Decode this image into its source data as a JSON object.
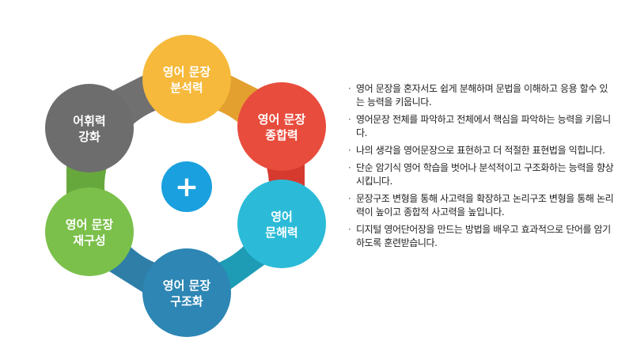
{
  "nodes": [
    {
      "id": "sentence-analysis",
      "lines": [
        "영어 문장",
        "분석력"
      ],
      "color": "#F6B93B",
      "link_color": "#E3A02E"
    },
    {
      "id": "sentence-synthesis",
      "lines": [
        "영어 문장",
        "종합력"
      ],
      "color": "#E84C3D",
      "link_color": "#D63A2F"
    },
    {
      "id": "sentence-comprehension",
      "lines": [
        "영어",
        "문해력"
      ],
      "color": "#2BBBD8",
      "link_color": "#1E9CB5"
    },
    {
      "id": "sentence-structuring",
      "lines": [
        "영어 문장",
        "구조화"
      ],
      "color": "#2D86B4",
      "link_color": "#2E7EA8"
    },
    {
      "id": "sentence-restructuring",
      "lines": [
        "영어 문장",
        "재구성"
      ],
      "color": "#7BC04B",
      "link_color": "#67A83D"
    },
    {
      "id": "vocabulary",
      "lines": [
        "어휘력",
        "강화"
      ],
      "color": "#6D6D6D",
      "link_color": "#707070"
    }
  ],
  "center": {
    "symbol": "+",
    "color": "#1AA0DE"
  },
  "descriptions": [
    "영어 문장을 혼자서도 쉽게 분해하며 문법을 이해하고 응용 할수 있는 능력을 키웁니다.",
    "영어문장 전체를 파악하고 전체에서 핵심을 파악하는 능력을 키웁니다.",
    "나의 생각을 영어문장으로 표현하고 더 적절한 표현법을 익힙니다.",
    "단순 암기식 영어 학습을 벗어나 분석적이고 구조화하는 능력을 향상시킵니다.",
    "문장구조 변형을 통해 사고력을 확장하고 논리구조 변형을 통해 논리력이 높이고 종합적 사고력을 높입니다.",
    "디지털 영어단어장을 만드는 방법을 배우고 효과적으로 단어를 암기하도록 훈련받습니다."
  ]
}
